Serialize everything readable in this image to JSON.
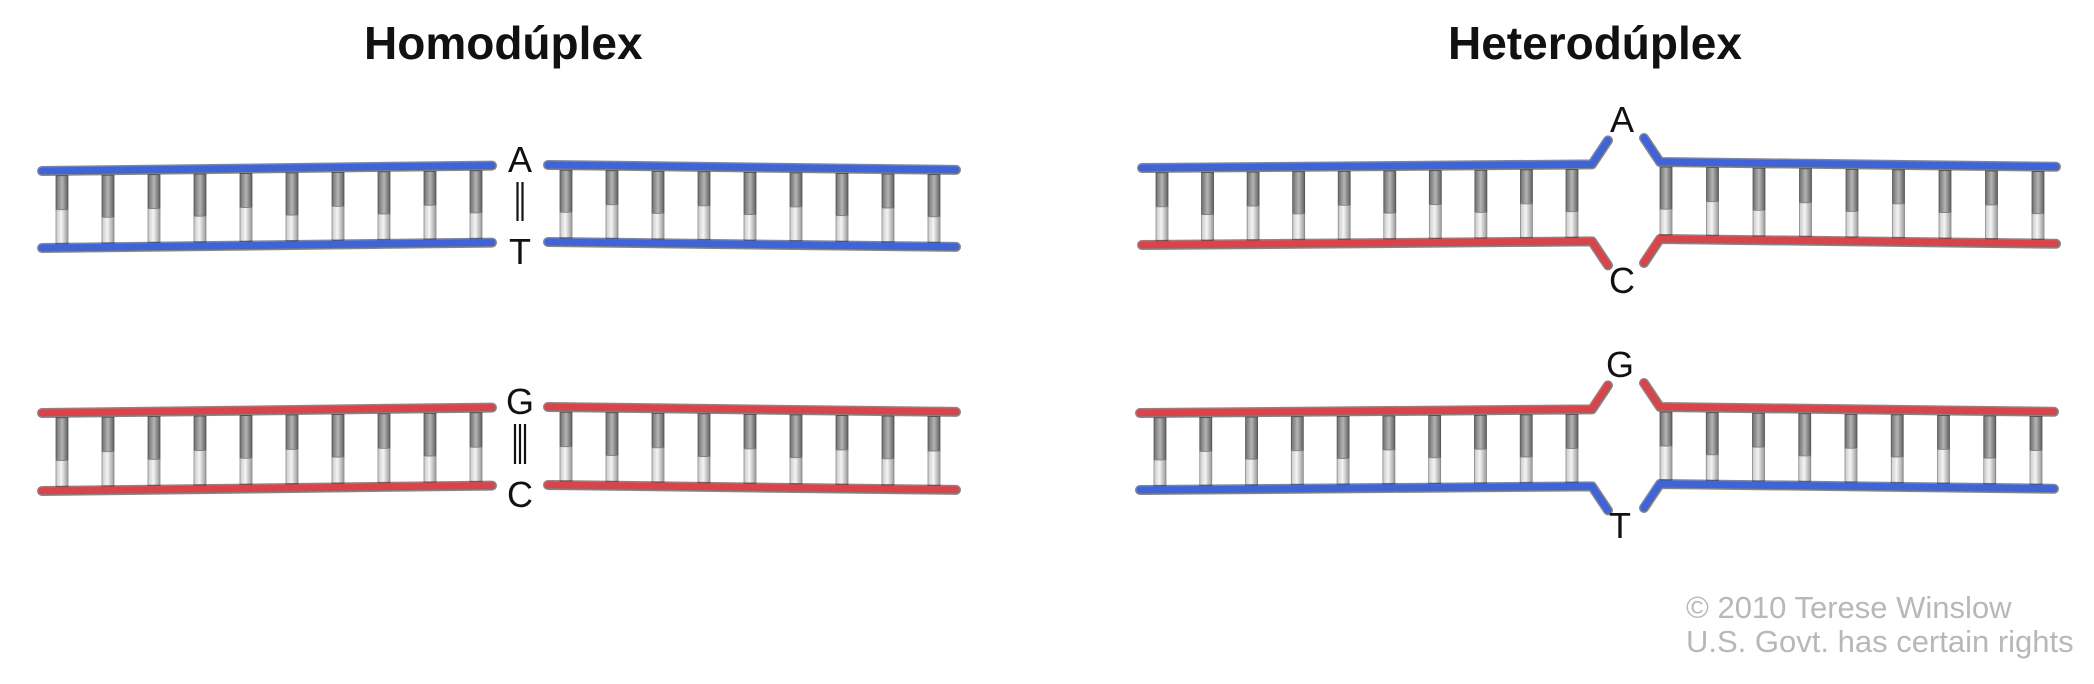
{
  "titles": {
    "homoduplex": "Homodúplex",
    "heteroduplex": "Heterodúplex"
  },
  "colors": {
    "blue_strand": "#3f63d8",
    "red_strand": "#d9444a",
    "rung_dark": "#8c8c8c",
    "rung_light": "#e6e6e6",
    "letter": "#111111",
    "credit": "#b8b8b8"
  },
  "diagrams": [
    {
      "id": "homo-at",
      "kind": "homoduplex",
      "top_base": "A",
      "bottom_base": "T",
      "bond_lines": 2,
      "top_color": "blue",
      "bottom_color": "blue"
    },
    {
      "id": "homo-gc",
      "kind": "homoduplex",
      "top_base": "G",
      "bottom_base": "C",
      "bond_lines": 3,
      "top_color": "red",
      "bottom_color": "red"
    },
    {
      "id": "hetero-ac",
      "kind": "heteroduplex",
      "top_base": "A",
      "bottom_base": "C",
      "top_color": "blue",
      "bottom_color": "red"
    },
    {
      "id": "hetero-gt",
      "kind": "heteroduplex",
      "top_base": "G",
      "bottom_base": "T",
      "top_color": "red",
      "bottom_color": "blue"
    }
  ],
  "credit": {
    "line1": "© 2010 Terese Winslow",
    "line2": "U.S. Govt. has certain rights"
  }
}
